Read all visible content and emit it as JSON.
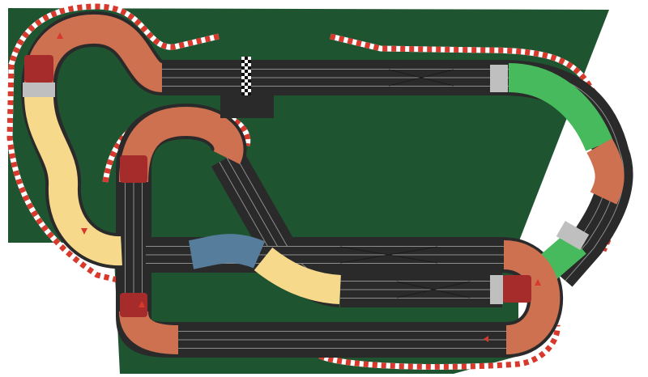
{
  "colors": {
    "background": "#ffffff",
    "table_green": "#1f5431",
    "asphalt": "#2a2a2a",
    "curve_orange": "#cd7150",
    "curve_red": "#a62c2c",
    "banked_yellow": "#f6d98a",
    "slope_blue": "#567d9b",
    "hill_green": "#46ba5c",
    "connector_grey": "#bfbfbf",
    "kerb_red": "#d8392c",
    "kerb_white": "#ffffff",
    "checker_dark": "#111111",
    "checker_light": "#ffffff"
  },
  "pieces": {
    "start_finish": "start-finish-straight",
    "crossovers": [
      "lane-change-top",
      "lane-change-middle",
      "lane-change-lower"
    ],
    "curves": [
      "top-left-hairpin",
      "inner-hairpin",
      "right-hairpin",
      "lower-left-corner",
      "right-bank-curve"
    ],
    "special": [
      "banked-yellow-section",
      "blue-slope-section",
      "green-hill-section"
    ]
  }
}
